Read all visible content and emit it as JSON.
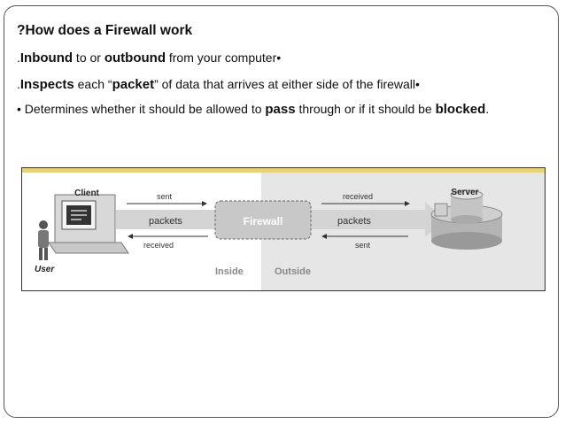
{
  "slide": {
    "title": "?How does a Firewall work",
    "bullets": [
      {
        "prefix": ".",
        "parts": [
          {
            "text": "Inbound",
            "bold": true
          },
          {
            "text": " to or ",
            "bold": false
          },
          {
            "text": "outbound",
            "bold": true
          },
          {
            "text": " from your computer•",
            "bold": false
          }
        ]
      },
      {
        "prefix": ".",
        "parts": [
          {
            "text": "Inspects",
            "bold": true
          },
          {
            "text": " each “",
            "bold": false
          },
          {
            "text": "packet",
            "bold": true
          },
          {
            "text": "” of data that arrives at either side of the firewall•",
            "bold": false
          }
        ]
      },
      {
        "prefix": "• ",
        "parts": [
          {
            "text": "Determines whether it should be allowed to ",
            "bold": false
          },
          {
            "text": "pass",
            "bold": true
          },
          {
            "text": " through or if it should be ",
            "bold": false
          },
          {
            "text": "blocked",
            "bold": true
          },
          {
            "text": ".",
            "bold": false
          }
        ]
      }
    ]
  },
  "diagram": {
    "client_label": "Client",
    "server_label": "Server",
    "user_label": "User",
    "firewall_label": "Firewall",
    "inside_label": "Inside",
    "outside_label": "Outside",
    "left_top_arrow": "sent",
    "left_packets": "packets",
    "left_bottom_arrow": "received",
    "right_top_arrow": "received",
    "right_packets": "packets",
    "right_bottom_arrow": "sent",
    "colors": {
      "border_top": "#e8d27a",
      "outside_bg": "#e6e6e6",
      "firewall_fill": "#c8c8c8",
      "arrow_fill": "#d4d4d4"
    }
  }
}
